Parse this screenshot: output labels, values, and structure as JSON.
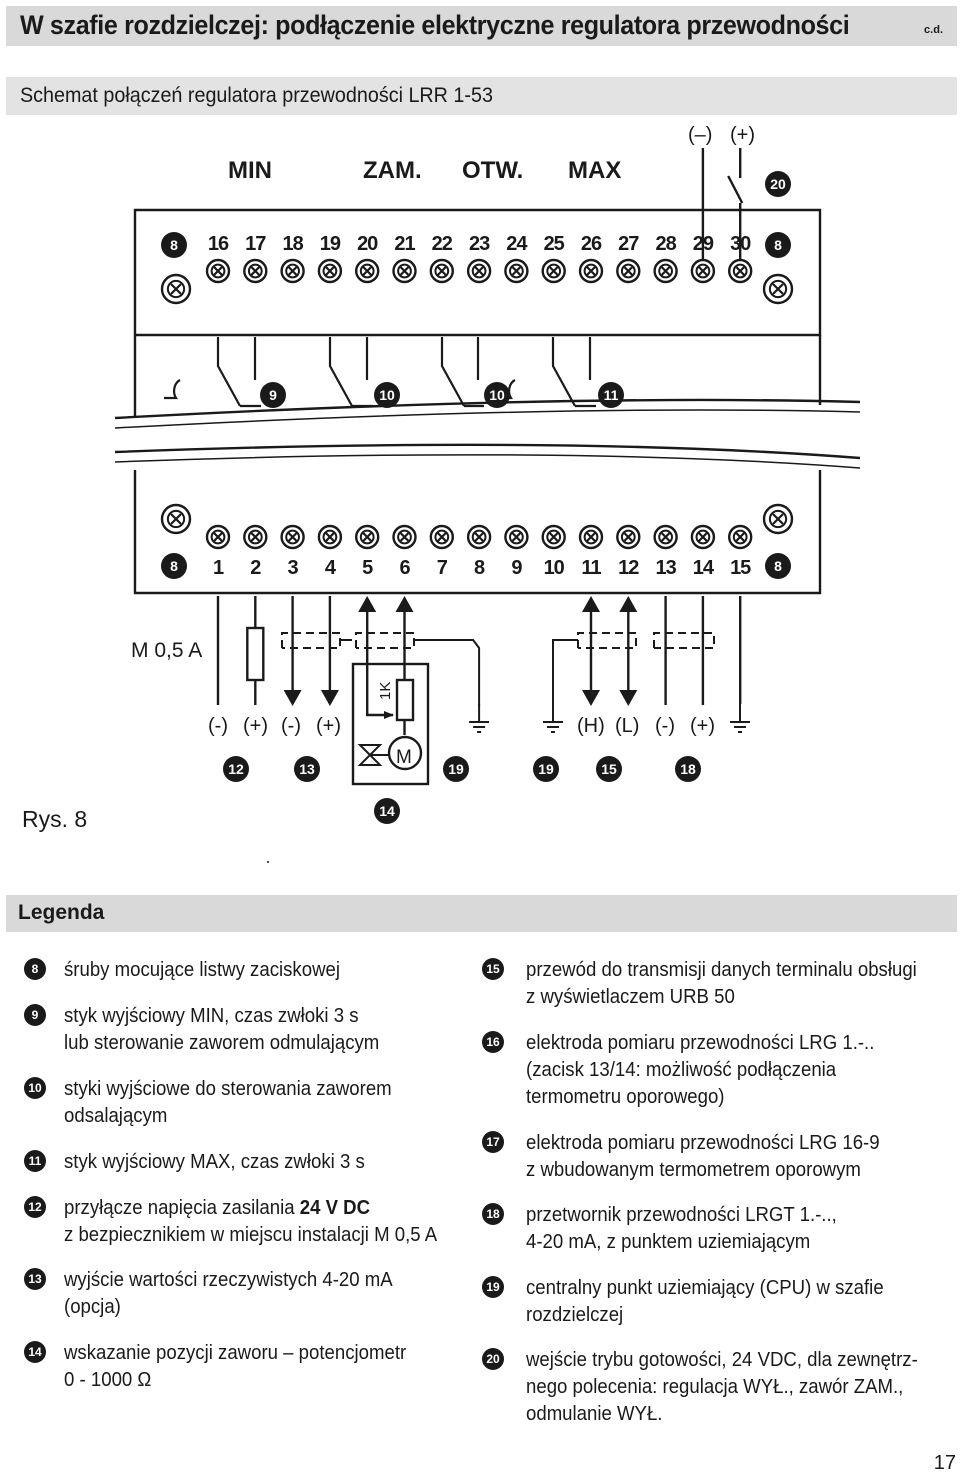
{
  "header": {
    "title": "W szafie rozdzielczej: podłączenie elektryczne regulatora przewodności",
    "continued": "c.d."
  },
  "section": {
    "title": "Schemat połączeń regulatora przewodności LRR 1-53"
  },
  "diagram": {
    "top_labels": {
      "min": "MIN",
      "zam": "ZAM.",
      "otw": "OTW.",
      "max": "MAX",
      "minus": "(–)",
      "plus": "(+)"
    },
    "top_terminals": [
      "16",
      "17",
      "18",
      "19",
      "20",
      "21",
      "22",
      "23",
      "24",
      "25",
      "26",
      "27",
      "28",
      "29",
      "30"
    ],
    "bottom_terminals": [
      "1",
      "2",
      "3",
      "4",
      "5",
      "6",
      "7",
      "8",
      "9",
      "10",
      "11",
      "12",
      "13",
      "14",
      "15"
    ],
    "fuse_label": "M 0,5 A",
    "pot_label": "1K",
    "motor_label": "M",
    "bottom_labels": {
      "l1": "(-)",
      "l2": "(+)",
      "l3": "(-)",
      "l4": "(+)",
      "h": "(H)",
      "l": "(L)",
      "l5": "(-)",
      "l6": "(+)"
    },
    "callouts": {
      "c8": "8",
      "c9": "9",
      "c10": "10",
      "c11": "11",
      "c12": "12",
      "c13": "13",
      "c14": "14",
      "c15": "15",
      "c18": "18",
      "c19": "19",
      "c20": "20"
    },
    "figure_label": "Rys. 8"
  },
  "legend": {
    "title": "Legenda",
    "items": [
      {
        "num": "8",
        "text": "śruby mocujące listwy zaciskowej"
      },
      {
        "num": "9",
        "text": "styk wyjściowy MIN, czas zwłoki 3 s\nlub sterowanie zaworem odmulającym"
      },
      {
        "num": "10",
        "text": "styki wyjściowe do sterowania zaworem\nodsalającym"
      },
      {
        "num": "11",
        "text": "styk wyjściowy MAX, czas zwłoki 3 s"
      },
      {
        "num": "12",
        "text_a": "przyłącze napięcia zasilania ",
        "text_b": "24 V DC",
        "text_c": "\nz bezpiecznikiem w miejscu instalacji M 0,5 A"
      },
      {
        "num": "13",
        "text": "wyjście wartości rzeczywistych 4-20 mA\n(opcja)"
      },
      {
        "num": "14",
        "text": "wskazanie pozycji zaworu – potencjometr\n0 - 1000 Ω"
      },
      {
        "num": "15",
        "text": "przewód do transmisji danych terminalu obsługi\nz wyświetlaczem URB 50"
      },
      {
        "num": "16",
        "text": "elektroda pomiaru przewodności LRG 1.-..\n(zacisk 13/14: możliwość podłączenia\ntermometru oporowego)"
      },
      {
        "num": "17",
        "text": "elektroda pomiaru przewodności LRG 16-9\nz wbudowanym termometrem oporowym"
      },
      {
        "num": "18",
        "text": "przetwornik przewodności LRGT 1.-..,\n4-20 mA, z punktem uziemiającym"
      },
      {
        "num": "19",
        "text": "centralny punkt uziemiający (CPU) w szafie\nrozdzielczej"
      },
      {
        "num": "20",
        "text": "wejście trybu gotowości, 24 VDC, dla zewnętrz-\nnego polecenia: regulacja WYŁ., zawór ZAM.,\nodmulanie  WYŁ."
      }
    ]
  },
  "page_number": "17"
}
